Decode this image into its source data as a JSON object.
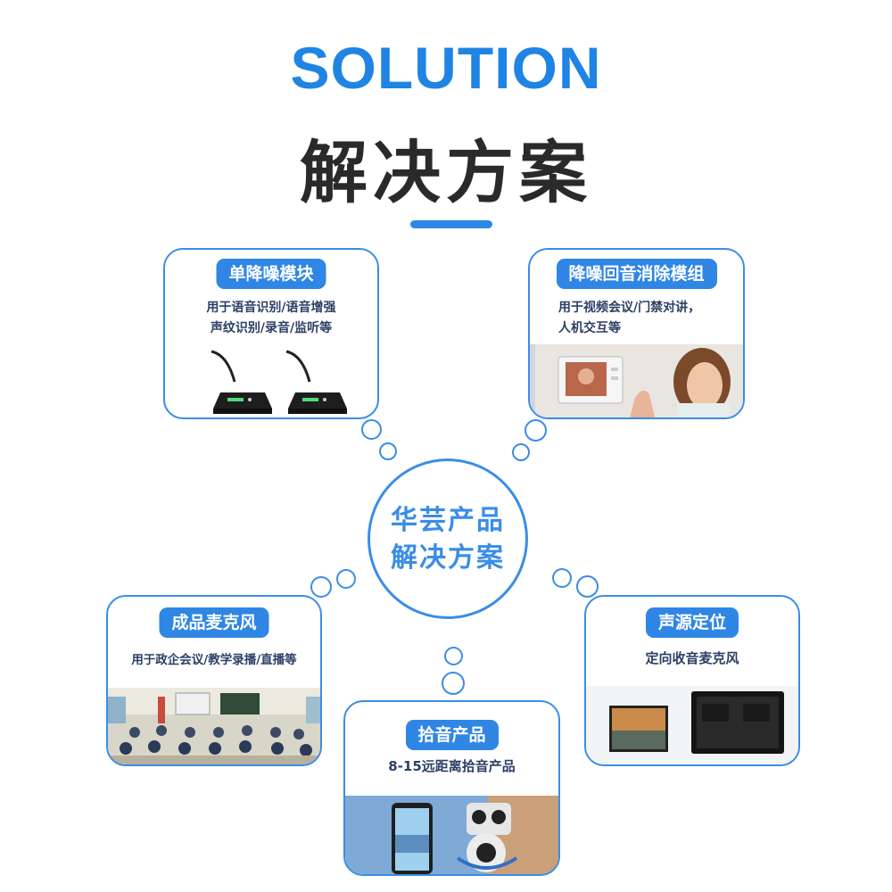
{
  "header": {
    "title_en": "SOLUTION",
    "title_cn": "解决方案"
  },
  "center": {
    "line1": "华芸产品",
    "line2": "解决方案"
  },
  "cards": {
    "single_nr": {
      "title": "单降噪模块",
      "desc1": "用于语音识别/语音增强",
      "desc2": "声纹识别/录音/监听等"
    },
    "echo_cancel": {
      "title": "降噪回音消除模组",
      "desc1": "用于视频会议/门禁对讲，",
      "desc2": "人机交互等"
    },
    "finished_mic": {
      "title": "成品麦克风",
      "desc1": "用于政企会议/教学录播/直播等"
    },
    "source_locate": {
      "title": "声源定位",
      "desc1": "定向收音麦克风"
    },
    "pickup": {
      "title": "拾音产品",
      "desc1": "8-15远距离拾音产品"
    }
  },
  "colors": {
    "accent": "#3a8de6",
    "title_blue": "#1f84e3",
    "dark_text": "#2a2a2a"
  },
  "icons": [
    "gooseneck-microphone-icon",
    "video-intercom-icon",
    "classroom-photo",
    "display-panel-icon",
    "security-camera-icon"
  ]
}
